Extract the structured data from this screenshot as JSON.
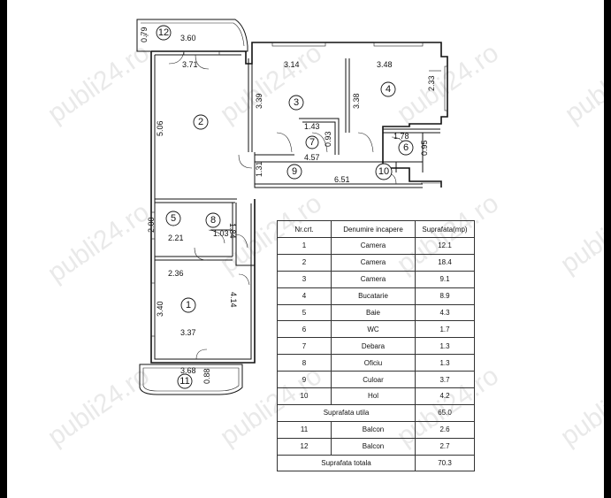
{
  "watermark": "publi24.ro",
  "rooms": [
    {
      "number": "1"
    },
    {
      "number": "2"
    },
    {
      "number": "3"
    },
    {
      "number": "4"
    },
    {
      "number": "5"
    },
    {
      "number": "6"
    },
    {
      "number": "7"
    },
    {
      "number": "8"
    },
    {
      "number": "9"
    },
    {
      "number": "10"
    },
    {
      "number": "11"
    },
    {
      "number": "12"
    }
  ],
  "dimensions": {
    "balcony12_depth": "0.79",
    "balcony12_width": "3.60",
    "room2_width": "3.71",
    "room2_height": "5.06",
    "room3_width": "3.14",
    "room3_height": "3.39",
    "room4_width": "3.48",
    "room4_height_left": "3.38",
    "room4_height_right": "2.33",
    "room7_width": "1.43",
    "room7_height": "0.93",
    "corridor_length_top": "4.57",
    "corridor_width": "1.31",
    "corridor_length": "6.51",
    "room6_width": "1.78",
    "room6_height": "0.95",
    "room5_height": "2.00",
    "room5_width": "2.21",
    "room8_side": "1.03",
    "room8_height": "1.84",
    "room1_top_width": "2.36",
    "room1_height_left": "3.40",
    "room1_height_right": "4.14",
    "room1_width": "3.37",
    "balcony11_width": "3.68",
    "balcony11_depth": "0.88"
  },
  "table": {
    "headers": [
      "Nr.crt.",
      "Denumire incapere",
      "Suprafata(mp)"
    ],
    "rows": [
      {
        "nr": "1",
        "name": "Camera",
        "area": "12.1"
      },
      {
        "nr": "2",
        "name": "Camera",
        "area": "18.4"
      },
      {
        "nr": "3",
        "name": "Camera",
        "area": "9.1"
      },
      {
        "nr": "4",
        "name": "Bucatarie",
        "area": "8.9"
      },
      {
        "nr": "5",
        "name": "Baie",
        "area": "4.3"
      },
      {
        "nr": "6",
        "name": "WC",
        "area": "1.7"
      },
      {
        "nr": "7",
        "name": "Debara",
        "area": "1.3"
      },
      {
        "nr": "8",
        "name": "Oficiu",
        "area": "1.3"
      },
      {
        "nr": "9",
        "name": "Culoar",
        "area": "3.7"
      },
      {
        "nr": "10",
        "name": "Hol",
        "area": "4.2"
      }
    ],
    "useful_label": "Suprafata utila",
    "useful_value": "65.0",
    "balcony_rows": [
      {
        "nr": "11",
        "name": "Balcon",
        "area": "2.6"
      },
      {
        "nr": "12",
        "name": "Balcon",
        "area": "2.7"
      }
    ],
    "total_label": "Suprafata totala",
    "total_value": "70.3"
  }
}
